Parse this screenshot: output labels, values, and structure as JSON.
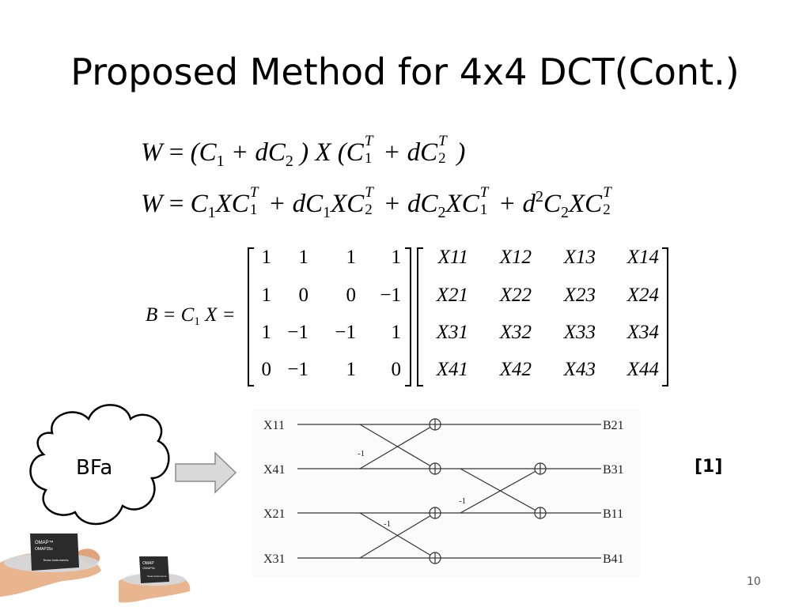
{
  "slide": {
    "title": "Proposed Method for 4x4 DCT(Cont.)",
    "page_number": "10",
    "reference": "[1]"
  },
  "equations": {
    "eq1": {
      "lhs": "W",
      "eq": "=",
      "t1": "(C",
      "s1": "1",
      "t2": "+ dC",
      "s2": "2",
      "t3": ") X (C",
      "s3": "1",
      "t4": "+ dC",
      "s4": "2",
      "t5": ")",
      "sup": "T"
    },
    "eq2": {
      "lhs": "W",
      "eq": "=",
      "t1": "C",
      "s1": "1",
      "t2": "XC",
      "s2": "1",
      "t3": "+ dC",
      "s3": "1",
      "t4": "XC",
      "s4": "2",
      "t5": "+ dC",
      "s5": "2",
      "t6": "XC",
      "s6": "1",
      "t7": "+ d",
      "sq": "2",
      "t8": "C",
      "s8": "2",
      "t9": "XC",
      "s9": "2",
      "sup": "T"
    },
    "eq3": {
      "lhs": "B = C",
      "sub": "1",
      "rhs": "X ="
    }
  },
  "matrices": {
    "c1": [
      [
        "1",
        "1",
        "1",
        "1"
      ],
      [
        "1",
        "0",
        "0",
        "−1"
      ],
      [
        "1",
        "−1",
        "−1",
        "1"
      ],
      [
        "0",
        "−1",
        "1",
        "0"
      ]
    ],
    "x": [
      [
        "X11",
        "X12",
        "X13",
        "X14"
      ],
      [
        "X21",
        "X22",
        "X23",
        "X24"
      ],
      [
        "X31",
        "X32",
        "X33",
        "X34"
      ],
      [
        "X41",
        "X42",
        "X43",
        "X44"
      ]
    ]
  },
  "cloud": {
    "label": "BFa"
  },
  "butterfly": {
    "inputs": [
      "X11",
      "X41",
      "X21",
      "X31"
    ],
    "outputs": [
      "B21",
      "B31",
      "B11",
      "B41"
    ],
    "weights": [
      "-1",
      "-1",
      "-1"
    ]
  },
  "chip_images": {
    "large_chip": {
      "brand": "OMAP™",
      "model": "OMAP35x",
      "maker": "Texas Instruments"
    },
    "small_chip": {
      "brand": "OMAP",
      "model": "OMAP3x",
      "maker": "Texas Instruments"
    }
  },
  "colors": {
    "text": "#000000",
    "chip": "#2b2b2b",
    "hand": "#e9b58e",
    "arrow_fill": "#d9d9d9"
  }
}
